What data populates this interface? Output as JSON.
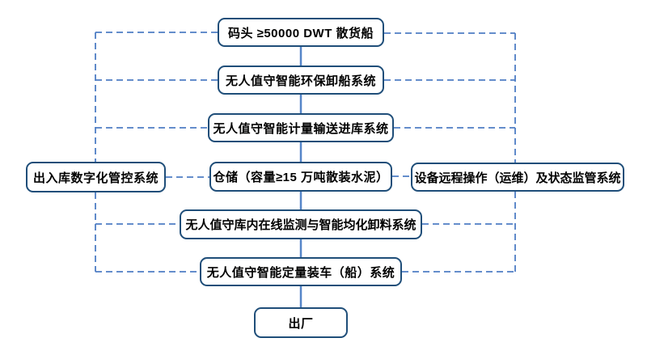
{
  "diagram": {
    "type": "flowchart",
    "description_domain": "cement-plant unattended intelligent systems process flow",
    "colors": {
      "box_border": "#1F4E79",
      "box_fill": "#FFFFFF",
      "solid_connector": "#5585C8",
      "dashed_connector": "#4E7DC4",
      "text": "#000000",
      "background": "#FFFFFF"
    },
    "nodes": {
      "dock": {
        "label": "码头 ≥50000 DWT 散货船"
      },
      "ship_unloading": {
        "label": "无人值守智能环保卸船系统"
      },
      "metering_conveying": {
        "label": "无人值守智能计量输送进库系统"
      },
      "storage": {
        "label": "仓储（容量≥15 万吨散装水泥）"
      },
      "warehouse_io_control": {
        "label": "出入库数字化管控系统"
      },
      "remote_operation": {
        "label": "设备远程操作（运维）及状态监管系统"
      },
      "online_monitoring": {
        "label": "无人值守库内在线监测与智能均化卸料系统"
      },
      "quantitative_loading": {
        "label": "无人值守智能定量装车（船）系统"
      },
      "factory_exit": {
        "label": "出厂"
      }
    },
    "flow_main": [
      "dock",
      "ship_unloading",
      "metering_conveying",
      "storage",
      "online_monitoring",
      "quantitative_loading",
      "factory_exit"
    ],
    "side_links_dashed": [
      "warehouse_io_control ↔ dock, ship_unloading, metering_conveying, storage, online_monitoring, quantitative_loading",
      "remote_operation ↔ dock, ship_unloading, metering_conveying, storage, online_monitoring, quantitative_loading"
    ]
  }
}
